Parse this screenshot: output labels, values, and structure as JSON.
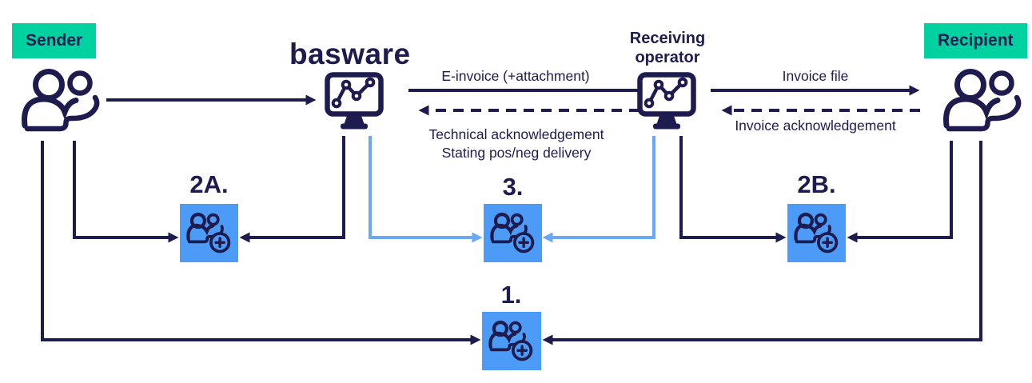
{
  "colors": {
    "navy": "#1e1c4f",
    "green": "#00d1a0",
    "box_blue": "#4c9cf7",
    "light_blue": "#6aa7f5",
    "bg": "#ffffff"
  },
  "entities": {
    "sender": {
      "badge": "Sender"
    },
    "recipient": {
      "badge": "Recipient"
    },
    "basware": {
      "logo": "basware"
    },
    "operator": {
      "name": "Receiving operator"
    }
  },
  "flows": {
    "e_invoice": "E-invoice (+attachment)",
    "tech_ack_line1": "Technical acknowledgement",
    "tech_ack_line2": "Stating pos/neg delivery",
    "invoice_file": "Invoice file",
    "invoice_ack": "Invoice acknowledgement"
  },
  "steps": {
    "s2a": "2A.",
    "s3": "3.",
    "s2b": "2B.",
    "s1": "1."
  },
  "icons": {
    "sender": "two-people-icon",
    "recipient": "two-people-icon",
    "basware_node": "monitor-line-chart-icon",
    "operator_node": "monitor-line-chart-icon",
    "step_box": "add-contact-icon"
  }
}
